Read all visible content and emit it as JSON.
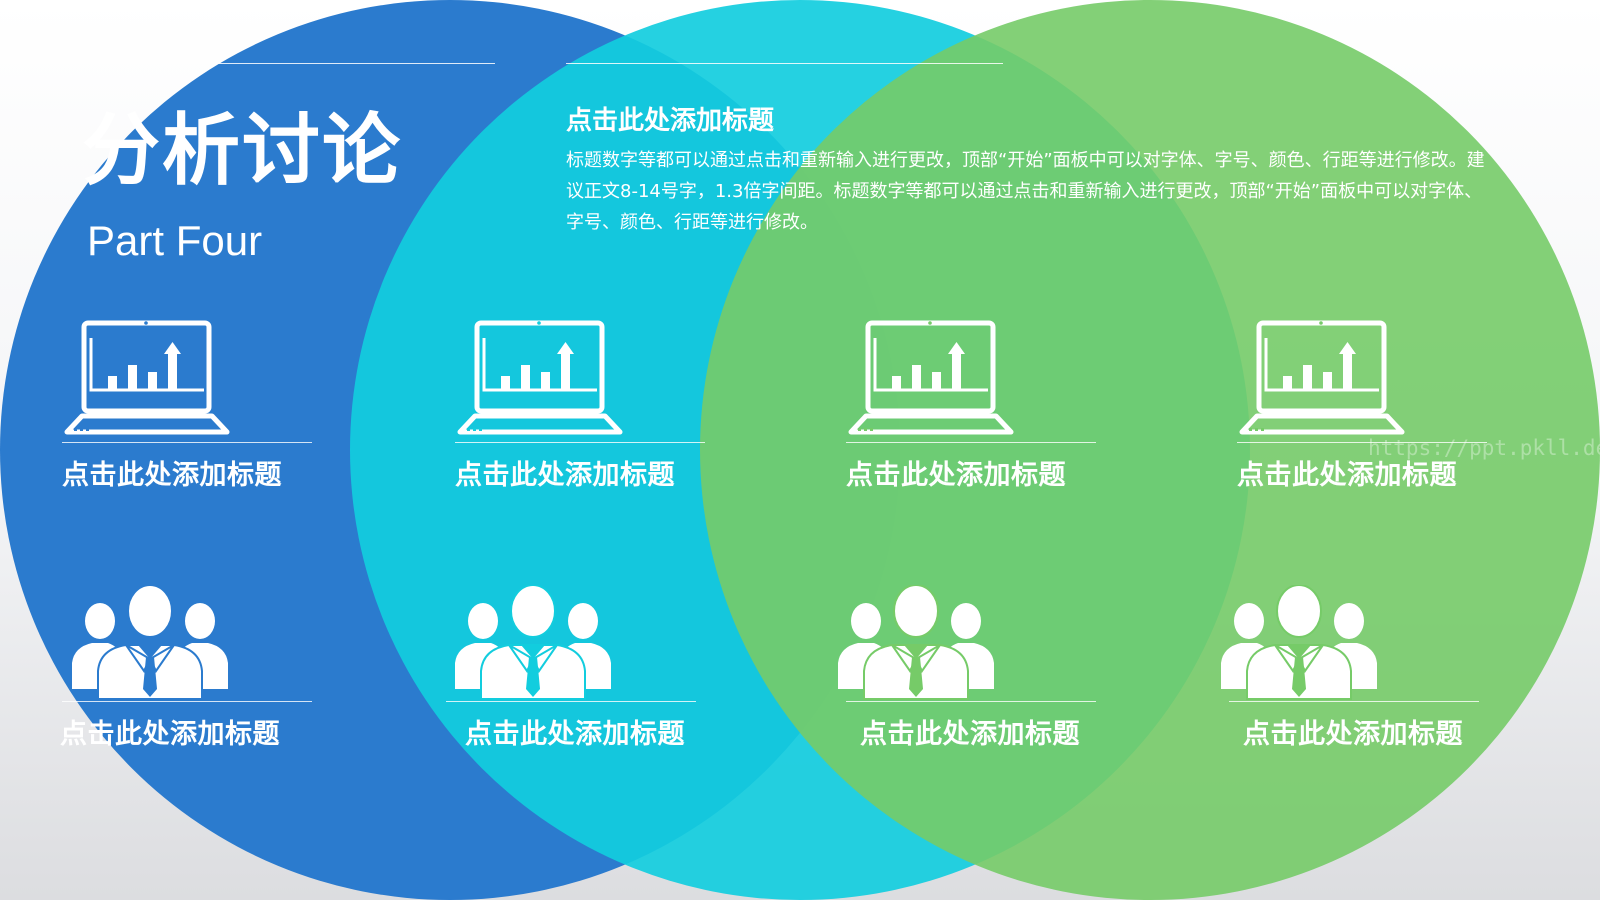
{
  "slide": {
    "title": "分析讨论",
    "subtitle": "Part Four",
    "heading": "点击此处添加标题",
    "body": "标题数字等都可以通过点击和重新输入进行更改，顶部“开始”面板中可以对字体、字号、颜色、行距等进行修改。建议正文8-14号字，1.3倍字间距。标题数字等都可以通过点击和重新输入进行更改，顶部“开始”面板中可以对字体、字号、颜色、行距等进行修改。",
    "watermark": "https://ppt.pkll.de"
  },
  "items_row1": [
    {
      "label": "点击此处添加标题",
      "icon": "laptop-chart-icon"
    },
    {
      "label": "点击此处添加标题",
      "icon": "laptop-chart-icon"
    },
    {
      "label": "点击此处添加标题",
      "icon": "laptop-chart-icon"
    },
    {
      "label": "点击此处添加标题",
      "icon": "laptop-chart-icon"
    }
  ],
  "items_row2": [
    {
      "label": "点击此处添加标题",
      "icon": "people-group-icon"
    },
    {
      "label": "点击此处添加标题",
      "icon": "people-group-icon"
    },
    {
      "label": "点击此处添加标题",
      "icon": "people-group-icon"
    },
    {
      "label": "点击此处添加标题",
      "icon": "people-group-icon"
    }
  ],
  "colors": {
    "blue": "#2b7bce",
    "cyan": "#12cdde",
    "green": "#76cb68",
    "text": "#ffffff"
  }
}
